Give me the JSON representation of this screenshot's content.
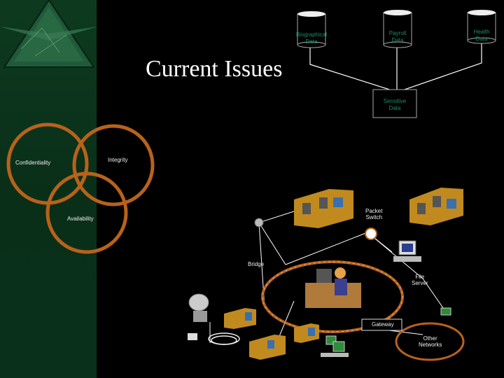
{
  "slide": {
    "title": "Current Issues"
  },
  "databases": [
    {
      "line1": "Biographical",
      "line2": "Data"
    },
    {
      "line1": "Payroll",
      "line2": "Data"
    },
    {
      "line1": "Health",
      "line2": "Data"
    }
  ],
  "hub": {
    "line1": "Sensitive",
    "line2": "Data"
  },
  "cia": {
    "confidentiality": "Confidentiality",
    "integrity": "Integrity",
    "availability": "Availability"
  },
  "network": {
    "packet_switch_line1": "Packet",
    "packet_switch_line2": "Switch",
    "bridge": "Bridge",
    "file_server_line1": "File",
    "file_server_line2": "Server",
    "gateway": "Gateway",
    "other_networks_line1": "Other",
    "other_networks_line2": "Networks"
  },
  "colors": {
    "ring": "#b8621a",
    "stripe": "#0d3a1f",
    "db_text": "#1c8e6a",
    "connector": "#ffffff"
  }
}
